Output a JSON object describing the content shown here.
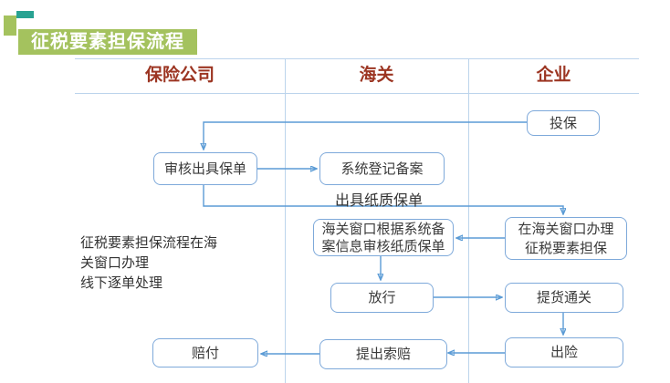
{
  "colors": {
    "badge_green": "#a4c25e",
    "teal_accent": "#28a292",
    "header_red": "#9c3522",
    "box_border": "#7ea9da",
    "arrow_blue": "#5b9bd5",
    "grid_line": "#bcd4ec",
    "text_dark": "#3a3a3a"
  },
  "title": "征税要素担保流程",
  "columns": [
    {
      "label": "保险公司"
    },
    {
      "label": "海关"
    },
    {
      "label": "企业"
    }
  ],
  "nodes": {
    "apply_insurance": "投保",
    "review_issue_policy": "审核出具保单",
    "system_registration": "系统登记备案",
    "customs_window_review": "海关窗口根据系统备\n案信息审核纸质保单",
    "handle_at_customs_window": "在海关窗口办理\n征税要素担保",
    "release": "放行",
    "pickup_clearance": "提货通关",
    "file_claim": "提出索赔",
    "incident": "出险",
    "compensation": "赔付"
  },
  "labels": {
    "issue_paper_policy": "出具纸质保单"
  },
  "note": "征税要素担保流程在海\n关窗口办理\n线下逐单处理"
}
